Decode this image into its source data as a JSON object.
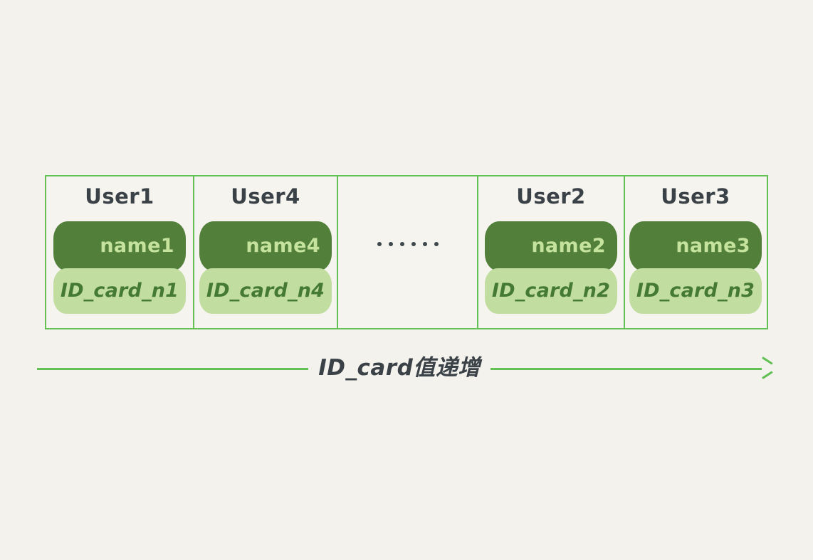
{
  "diagram": {
    "title": "ID_card index leaf-node layout",
    "background_color": "#f4f2ed",
    "border_color": "#62c054",
    "name_pill_color": "#52803a",
    "id_pill_color": "#c2dda0",
    "text_color": "#3a4248"
  },
  "table": {
    "cells": [
      {
        "user": "User1",
        "name": "name1",
        "id_card": "ID_card_n1",
        "is_ellipsis": false
      },
      {
        "user": "User4",
        "name": "name4",
        "id_card": "ID_card_n4",
        "is_ellipsis": false
      },
      {
        "user": "",
        "name": "",
        "id_card": "",
        "is_ellipsis": true,
        "ellipsis": "......",
        "dot_count": 6
      },
      {
        "user": "User2",
        "name": "name2",
        "id_card": "ID_card_n2",
        "is_ellipsis": false
      },
      {
        "user": "User3",
        "name": "name3",
        "id_card": "ID_card_n3",
        "is_ellipsis": false
      }
    ]
  },
  "axis": {
    "label": "ID_card值递增",
    "direction": "right",
    "arrow_color": "#62c054"
  }
}
